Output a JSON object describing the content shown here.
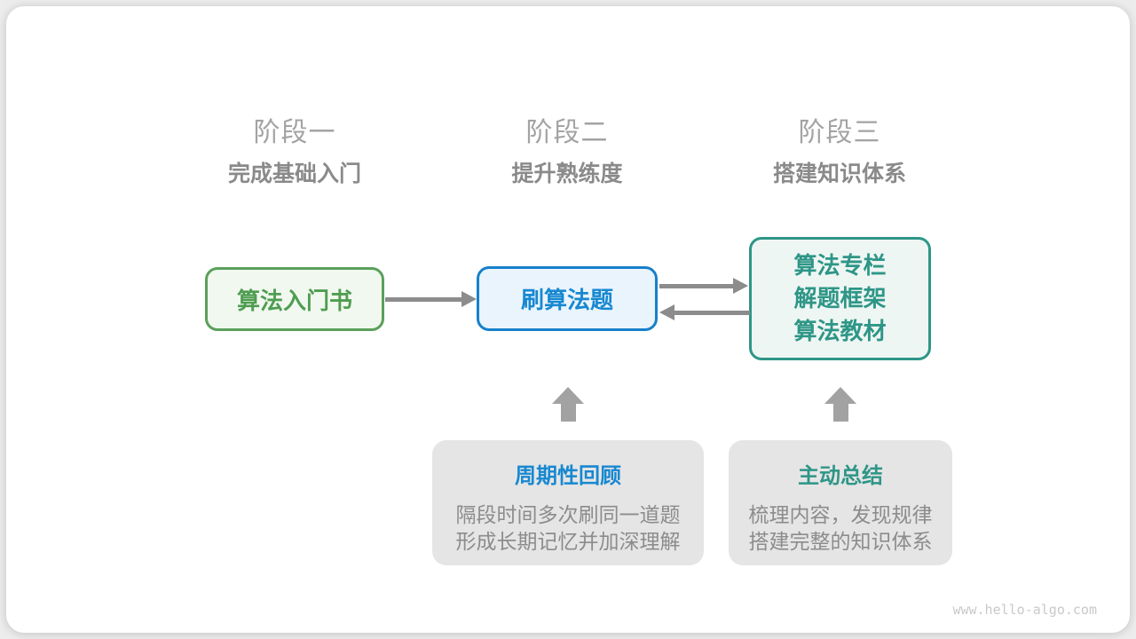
{
  "stages": [
    {
      "label": "阶段一",
      "subtitle": "完成基础入门"
    },
    {
      "label": "阶段二",
      "subtitle": "提升熟练度"
    },
    {
      "label": "阶段三",
      "subtitle": "搭建知识体系"
    }
  ],
  "flow": {
    "box1": {
      "text": "算法入门书"
    },
    "box2": {
      "text": "刷算法题"
    },
    "box3": {
      "lines": [
        "算法专栏",
        "解题框架",
        "算法教材"
      ]
    }
  },
  "panels": [
    {
      "title": "周期性回顾",
      "lines": [
        "隔段时间多次刷同一道题",
        "形成长期记忆并加深理解"
      ]
    },
    {
      "title": "主动总结",
      "lines": [
        "梳理内容，发现规律",
        "搭建完整的知识体系"
      ]
    }
  ],
  "watermark": "www.hello-algo.com",
  "colors": {
    "green_border": "#5aa05a",
    "green_fill": "#f1f8ef",
    "green_text": "#4f9d51",
    "blue_border": "#1780cb",
    "blue_fill": "#eaf4fc",
    "blue_text": "#1788d1",
    "teal_border": "#2e9687",
    "teal_fill": "#eef6f3",
    "teal_text": "#2e9687",
    "arrow_gray": "#8c8c8c",
    "up_arrow_gray": "#a2a2a2",
    "panel_fill": "#e5e5e5",
    "panel_body_text": "#8c8c8c",
    "stage_label_gray": "#a3a3a3",
    "stage_subtitle_gray": "#8a8a8a",
    "watermark_gray": "#c9c9c9"
  }
}
